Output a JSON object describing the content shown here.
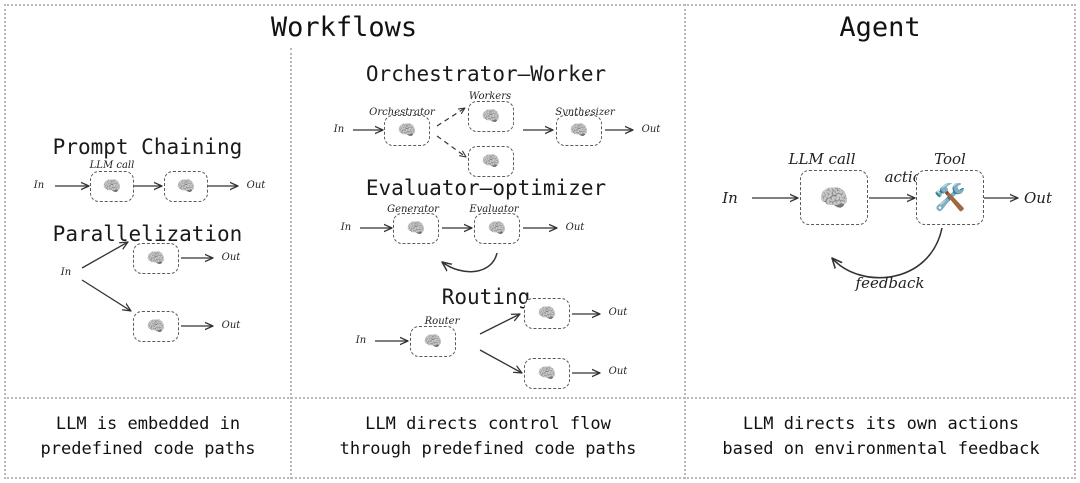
{
  "panels": {
    "workflows": {
      "title": "Workflows",
      "caption": "LLM is embedded in\npredefined code paths"
    },
    "workflows_mid": {
      "caption": "LLM directs control flow\nthrough predefined code paths"
    },
    "agent": {
      "title": "Agent",
      "caption": "LLM directs its own actions\nbased on environmental feedback"
    }
  },
  "sections": {
    "prompt_chaining": {
      "title": "Prompt Chaining",
      "in_label": "In",
      "out_label": "Out",
      "node_label": "LLM call",
      "nodes": [
        "brain-icon",
        "brain-icon"
      ]
    },
    "parallelization": {
      "title": "Parallelization",
      "in_label": "In",
      "out_label_1": "Out",
      "out_label_2": "Out",
      "nodes": [
        "brain-icon",
        "brain-icon"
      ]
    },
    "orchestrator_worker": {
      "title": "Orchestrator–Worker",
      "in_label": "In",
      "out_label": "Out",
      "orchestrator_label": "Orchestrator",
      "workers_label": "Workers",
      "synthesizer_label": "Synthesizer",
      "nodes": [
        "brain-icon",
        "brain-icon",
        "brain-icon",
        "brain-icon"
      ]
    },
    "evaluator_optimizer": {
      "title": "Evaluator–optimizer",
      "in_label": "In",
      "out_label": "Out",
      "generator_label": "Generator",
      "evaluator_label": "Evaluator",
      "nodes": [
        "brain-icon",
        "brain-icon"
      ]
    },
    "routing": {
      "title": "Routing",
      "in_label": "In",
      "router_label": "Router",
      "out_label_1": "Out",
      "out_label_2": "Out",
      "nodes": [
        "brain-icon",
        "brain-icon",
        "brain-icon"
      ]
    },
    "agent_flow": {
      "in_label": "In",
      "out_label": "Out",
      "llm_label": "LLM call",
      "tool_label": "Tool",
      "action_label": "action",
      "feedback_label": "feedback",
      "llm_icon": "brain-icon",
      "tool_icon": "hammer-and-wrench-icon"
    }
  },
  "icons": {
    "brain": "🧠",
    "tool": "🛠️"
  },
  "colors": {
    "border": "#b9b9b9",
    "node_border": "#5a5a5a",
    "arrow": "#333333",
    "text": "#111111"
  }
}
